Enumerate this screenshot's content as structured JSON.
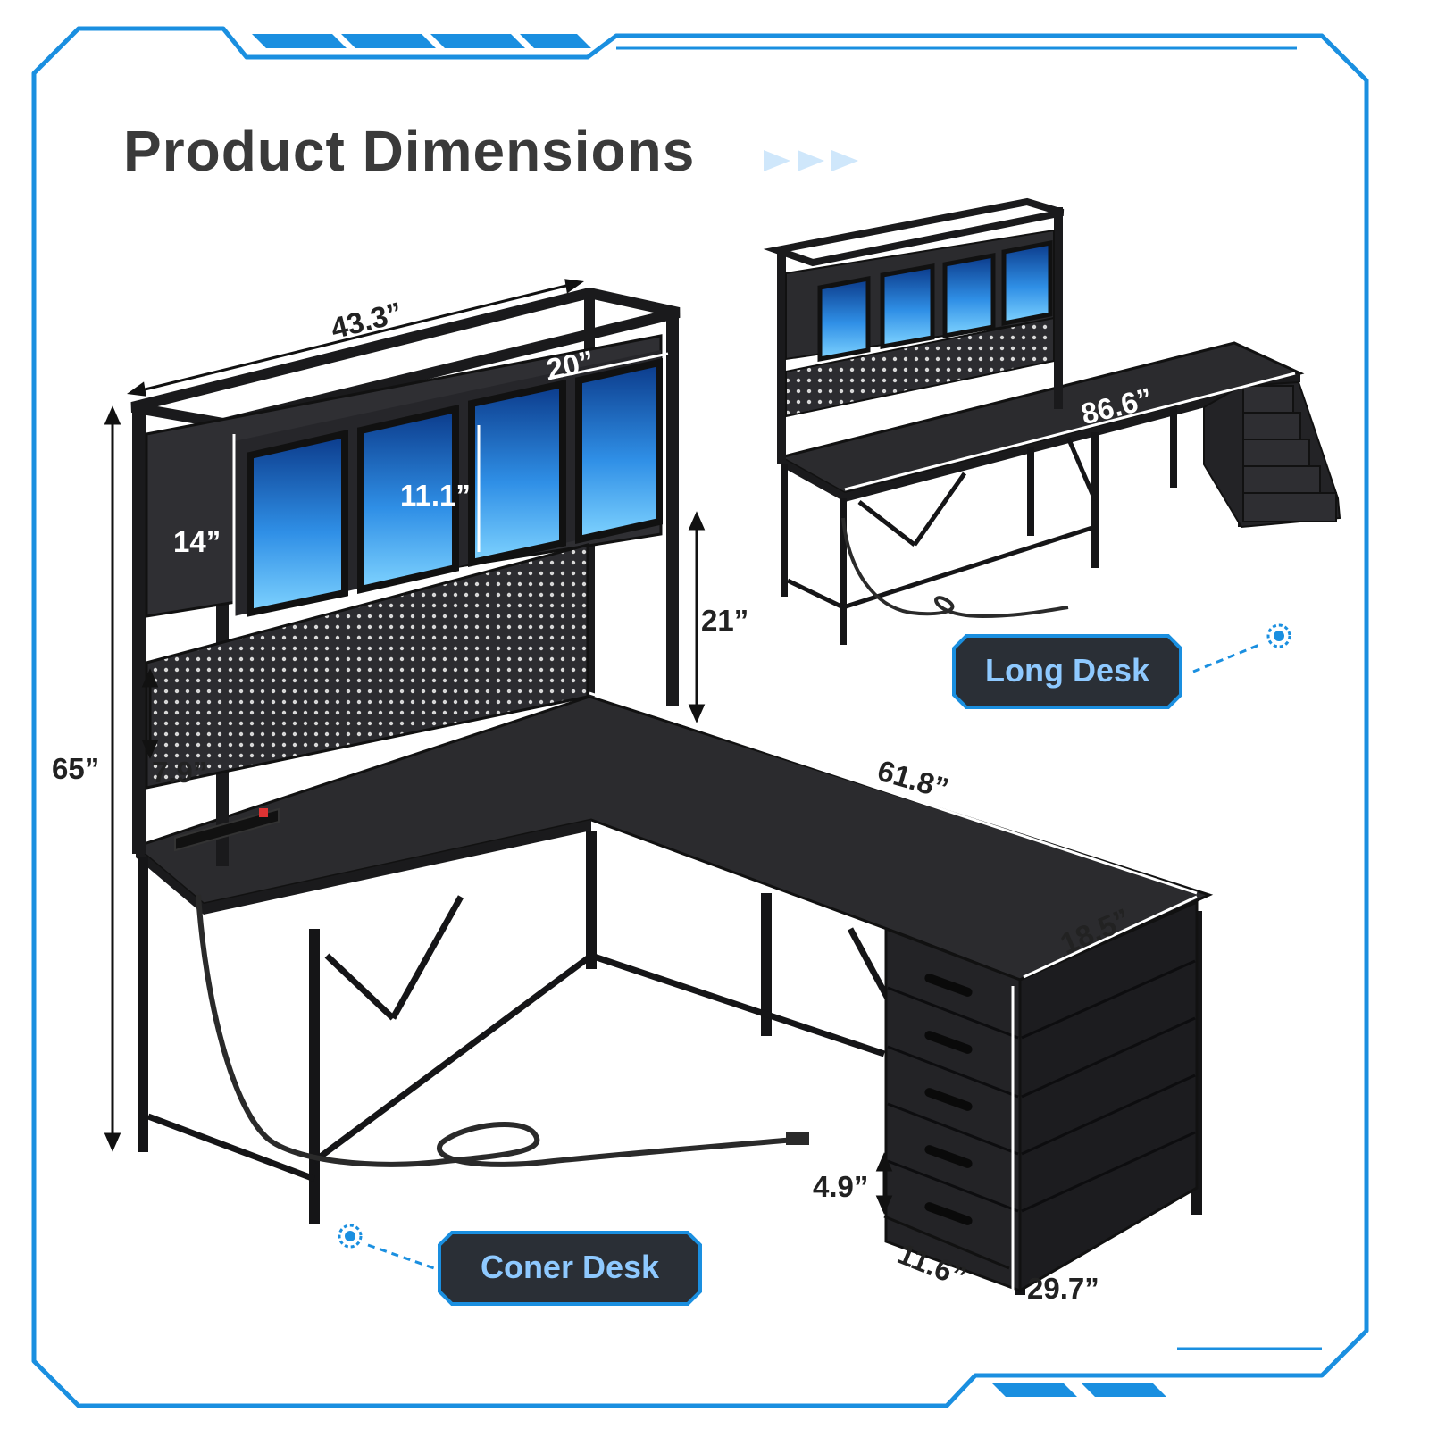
{
  "title": "Product Dimensions",
  "labels": {
    "long_desk": "Long Desk",
    "corner_desk": "Coner Desk"
  },
  "dimensions": {
    "hutch_width": "43.3”",
    "cabinet_width": "20”",
    "cabinet_height_inner": "11.1”",
    "cabinet_height": "14”",
    "hutch_height": "21”",
    "pegboard_height": "7.9”",
    "total_height": "65”",
    "long_side": "61.8”",
    "desk_depth": "18.5”",
    "drawer_height": "4.9”",
    "drawer_width": "11.6”",
    "desk_height": "29.7”",
    "long_desk_length": "86.6”"
  },
  "colors": {
    "frame_blue": "#1a8fe0",
    "badge_fill": "#2a2f36",
    "badge_text": "#8ec9ff",
    "furniture": "#2b2b2e",
    "glow": "#37a6ff",
    "title": "#3a3a3a"
  }
}
